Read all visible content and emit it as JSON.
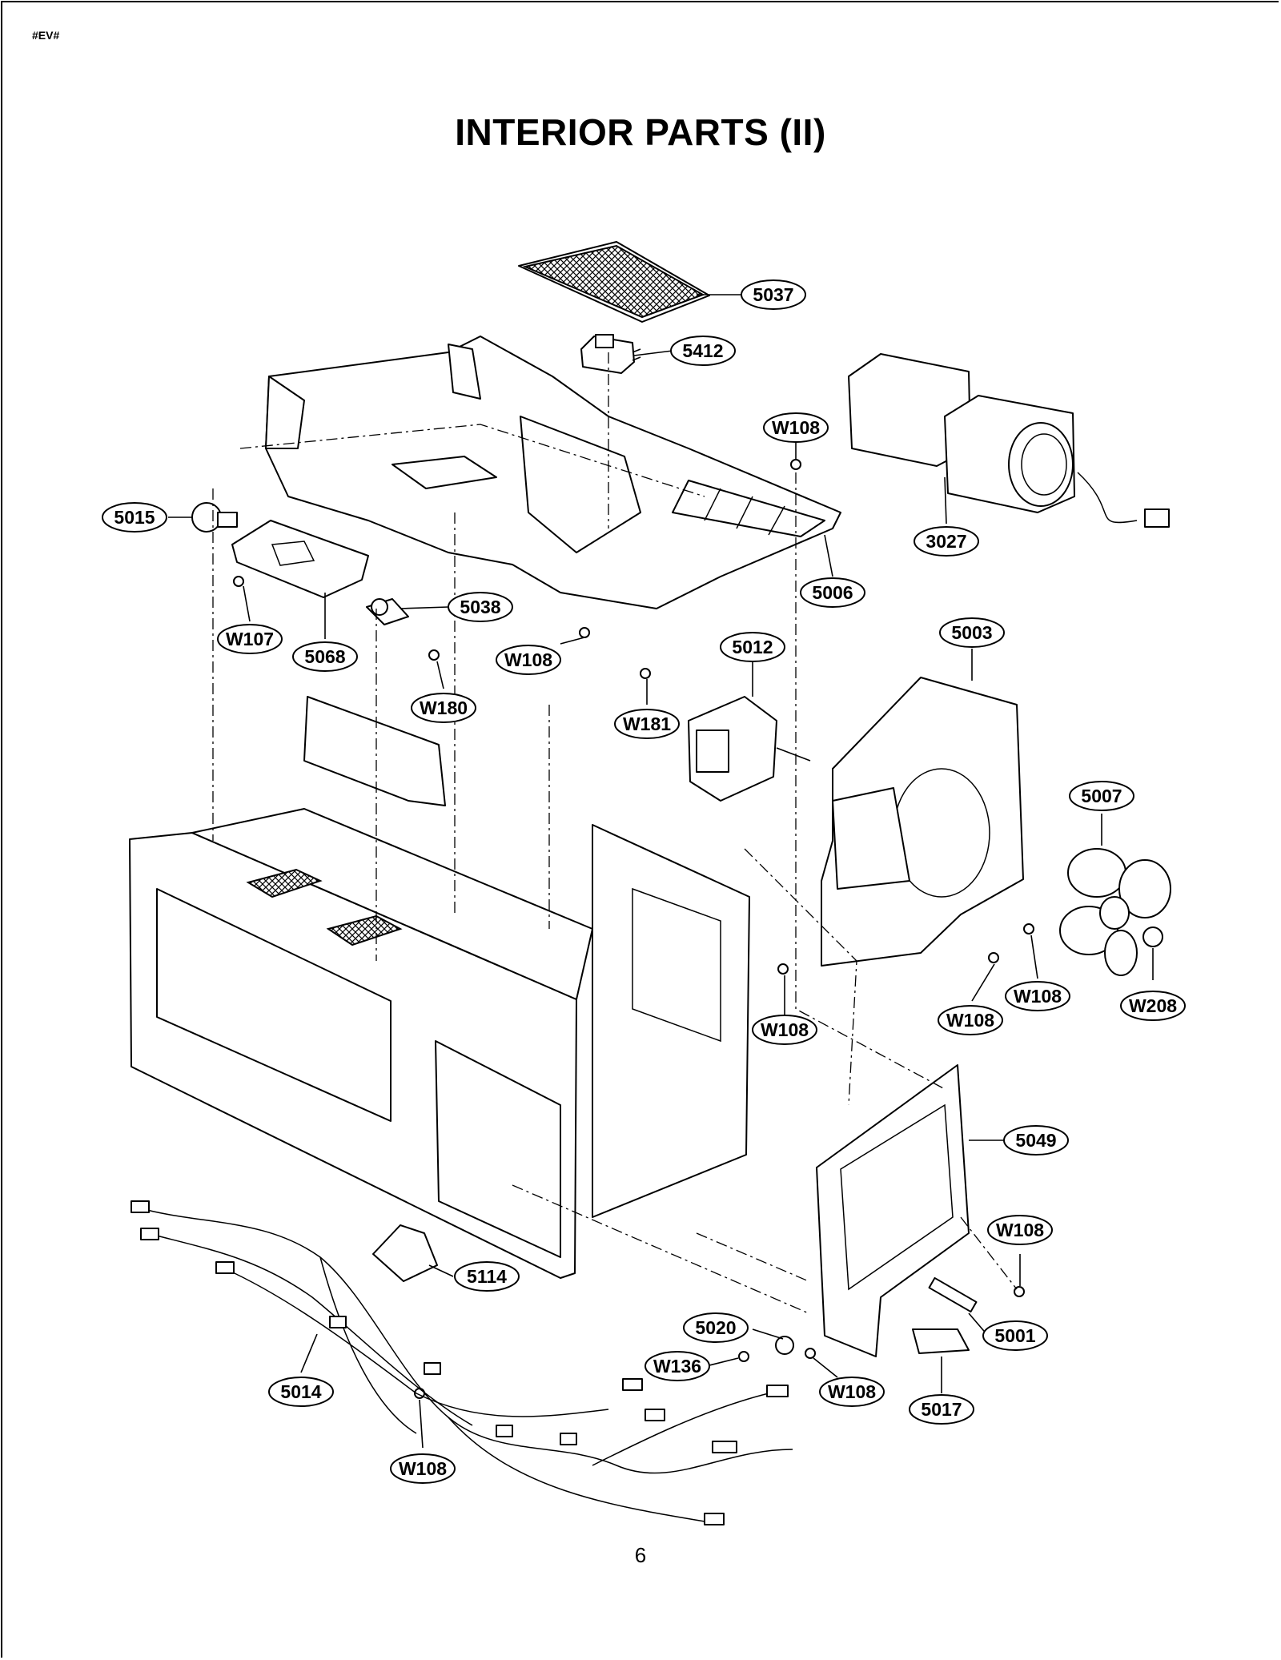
{
  "header_tag": "#EV#",
  "title": "INTERIOR PARTS (II)",
  "page_number": "6",
  "callouts": [
    {
      "id": "c5037",
      "label": "5037"
    },
    {
      "id": "c5412",
      "label": "5412"
    },
    {
      "id": "cW108a",
      "label": "W108"
    },
    {
      "id": "c3027",
      "label": "3027"
    },
    {
      "id": "c5015",
      "label": "5015"
    },
    {
      "id": "c5006",
      "label": "5006"
    },
    {
      "id": "c5038",
      "label": "5038"
    },
    {
      "id": "cW107",
      "label": "W107"
    },
    {
      "id": "c5068",
      "label": "5068"
    },
    {
      "id": "cW108b",
      "label": "W108"
    },
    {
      "id": "c5012",
      "label": "5012"
    },
    {
      "id": "c5003",
      "label": "5003"
    },
    {
      "id": "cW180",
      "label": "W180"
    },
    {
      "id": "cW181",
      "label": "W181"
    },
    {
      "id": "c5007",
      "label": "5007"
    },
    {
      "id": "cW108c",
      "label": "W108"
    },
    {
      "id": "cW208",
      "label": "W208"
    },
    {
      "id": "cW108d",
      "label": "W108"
    },
    {
      "id": "cW108e",
      "label": "W108"
    },
    {
      "id": "c5049",
      "label": "5049"
    },
    {
      "id": "cW108f",
      "label": "W108"
    },
    {
      "id": "c5114",
      "label": "5114"
    },
    {
      "id": "c5020",
      "label": "5020"
    },
    {
      "id": "c5001",
      "label": "5001"
    },
    {
      "id": "cW136",
      "label": "W136"
    },
    {
      "id": "cW108g",
      "label": "W108"
    },
    {
      "id": "c5014",
      "label": "5014"
    },
    {
      "id": "c5017",
      "label": "5017"
    },
    {
      "id": "cW108h",
      "label": "W108"
    }
  ]
}
